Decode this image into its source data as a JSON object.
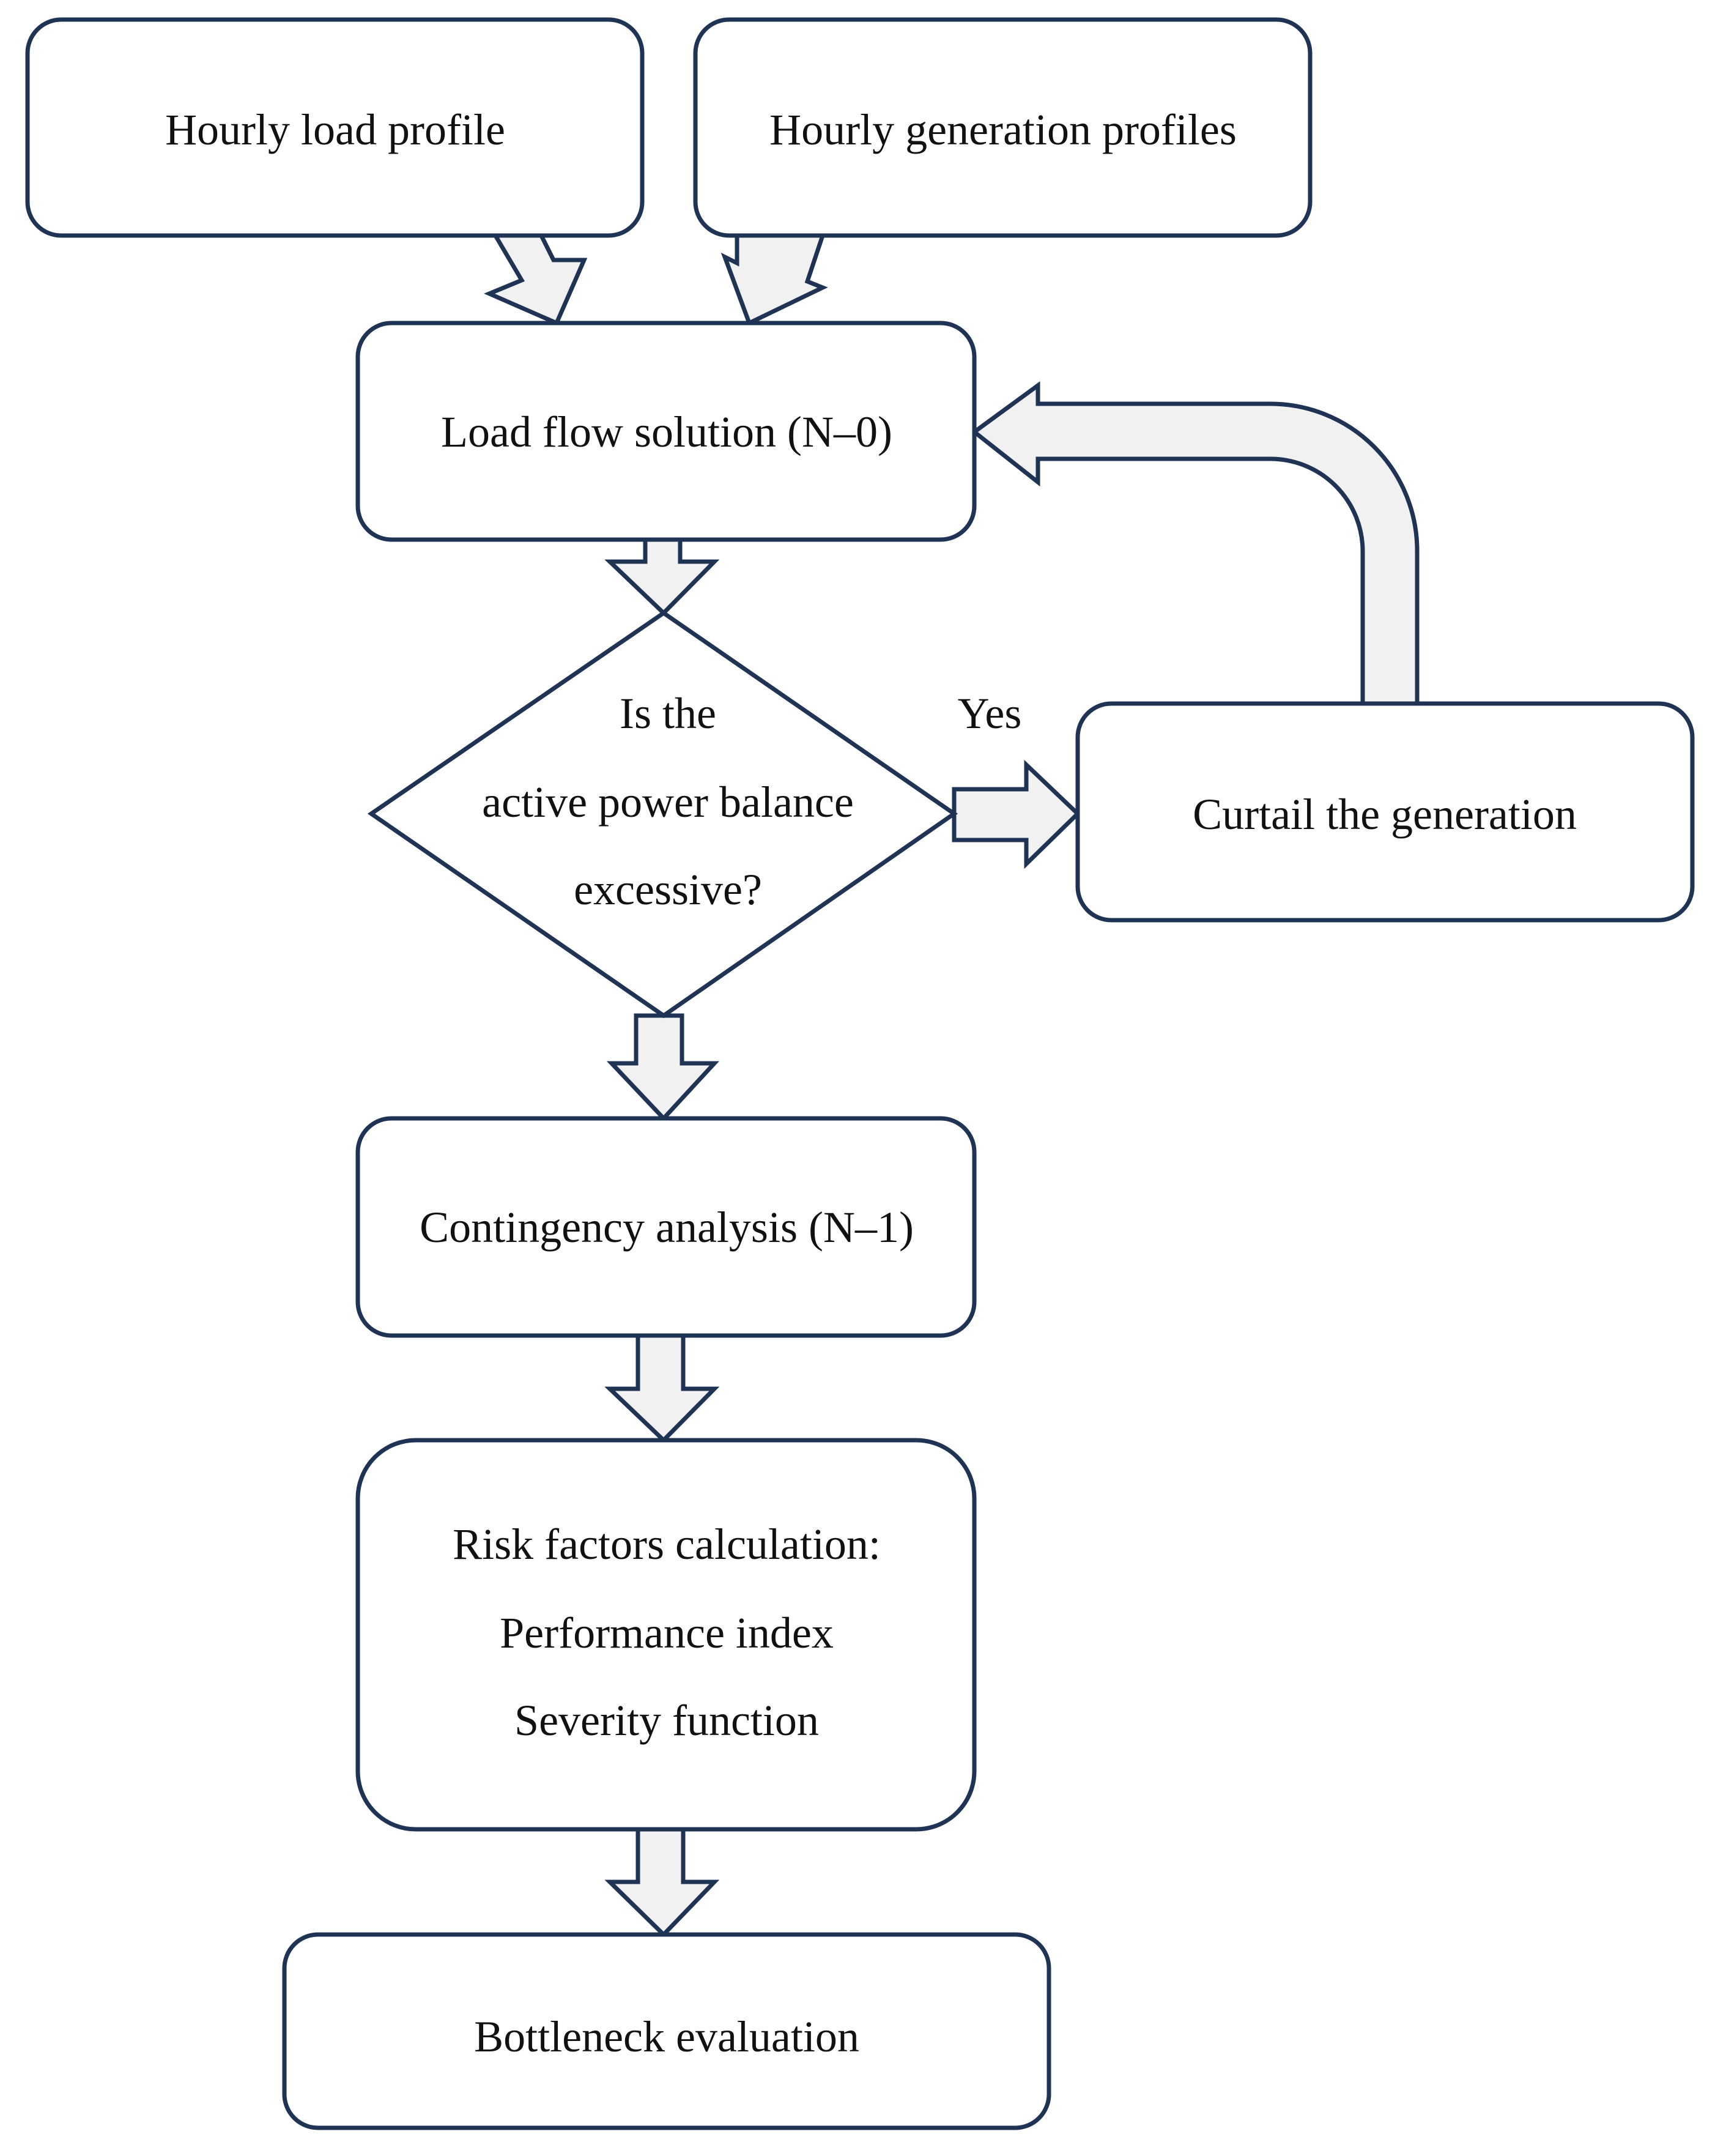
{
  "nodes": {
    "hourly_load": "Hourly load profile",
    "hourly_generation": "Hourly generation profiles",
    "load_flow": "Load flow solution (N–0)",
    "decision": [
      "Is the",
      "active power balance",
      "excessive?"
    ],
    "curtail": "Curtail the generation",
    "contingency": "Contingency analysis (N–1)",
    "risk": [
      "Risk factors calculation:",
      "Performance index",
      "Severity function"
    ],
    "bottleneck": "Bottleneck evaluation"
  },
  "edges": {
    "yes_label": "Yes"
  },
  "colors": {
    "stroke": "#1f3354",
    "arrow_fill": "#f1f1f1",
    "box_fill": "#ffffff"
  }
}
